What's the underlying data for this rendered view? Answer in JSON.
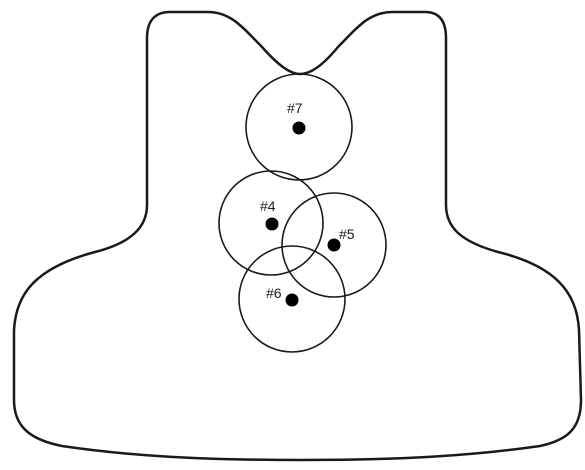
{
  "diagram": {
    "colors": {
      "stroke": "#1a1a1a",
      "background": "#ffffff",
      "dot": "#000000"
    },
    "shots": [
      {
        "id": "shot-7",
        "label": "#7"
      },
      {
        "id": "shot-4",
        "label": "#4"
      },
      {
        "id": "shot-5",
        "label": "#5"
      },
      {
        "id": "shot-6",
        "label": "#6"
      }
    ]
  }
}
